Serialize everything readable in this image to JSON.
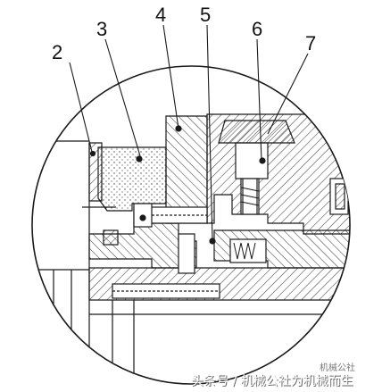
{
  "callouts": [
    {
      "id": "2",
      "label": "2"
    },
    {
      "id": "3",
      "label": "3"
    },
    {
      "id": "4",
      "label": "4"
    },
    {
      "id": "5",
      "label": "5"
    },
    {
      "id": "6",
      "label": "6"
    },
    {
      "id": "7",
      "label": "7"
    }
  ],
  "watermark": {
    "text": "头条号 / 机械公社为机械而生",
    "corner_text": "机械公社"
  },
  "colors": {
    "line": "#1a1a1a",
    "hatch": "#333333",
    "background": "#ffffff"
  }
}
